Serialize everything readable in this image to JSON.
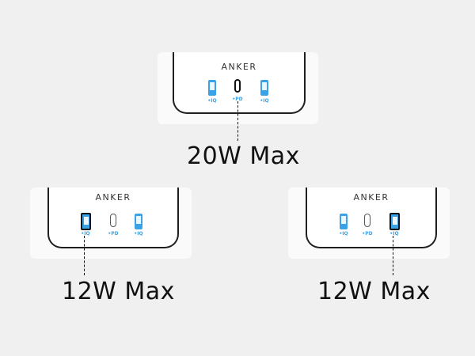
{
  "brand": "ANKER",
  "port_labels": {
    "iq": "•IQ",
    "pd": "•PD"
  },
  "top": {
    "max_label": "20W Max",
    "highlighted_port": "usb-c"
  },
  "bottom_left": {
    "max_label": "12W Max",
    "highlighted_port": "usb-a-left"
  },
  "bottom_right": {
    "max_label": "12W Max",
    "highlighted_port": "usb-a-right"
  },
  "colors": {
    "port_blue": "#3aa2e6",
    "outline": "#1f1f1f"
  }
}
